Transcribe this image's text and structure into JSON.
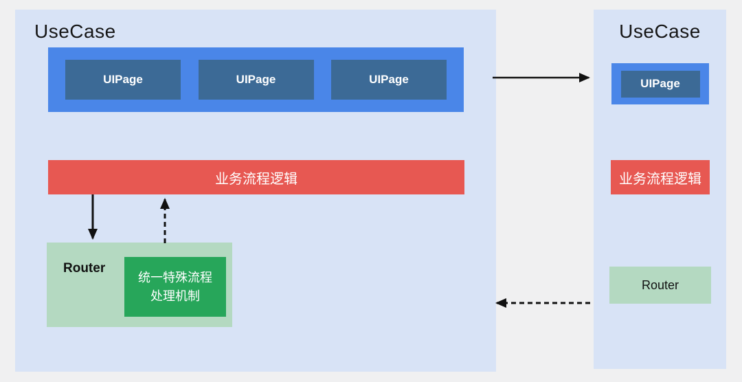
{
  "left_panel": {
    "title": "UseCase",
    "ui_pages": [
      "UIPage",
      "UIPage",
      "UIPage"
    ],
    "business_logic_label": "业务流程逻辑",
    "router_label": "Router",
    "special_flow_lines": [
      "统一特殊流程",
      "处理机制"
    ]
  },
  "right_panel": {
    "title": "UseCase",
    "ui_page_label": "UIPage",
    "business_logic_label": "业务流程逻辑",
    "router_label": "Router"
  },
  "colors": {
    "background": "#f0f0f1",
    "panel": "#d8e3f6",
    "uipage_container": "#4a86e8",
    "uipage_box": "#3c6a96",
    "business_logic": "#e75852",
    "router_box": "#b4d9c1",
    "special_flow_box": "#27a65a",
    "arrow": "#111111"
  }
}
